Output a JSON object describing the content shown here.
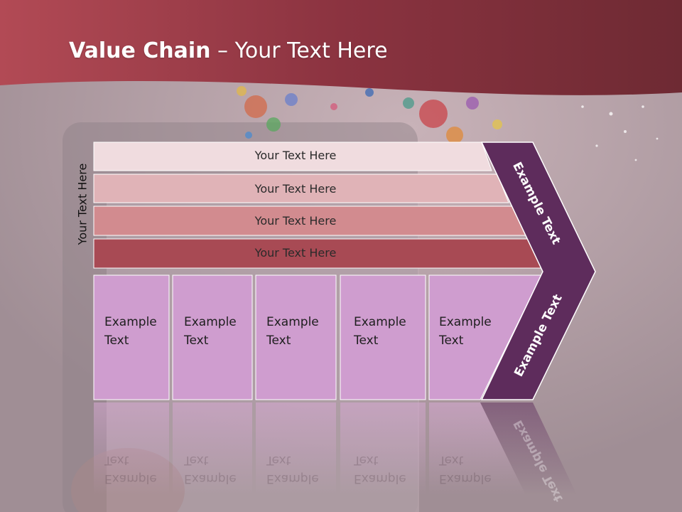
{
  "slide": {
    "title_strong": "Value Chain",
    "title_rest": " – Your Text Here",
    "side_label": "Your Text Here"
  },
  "support_bars": [
    {
      "label": "Your Text Here"
    },
    {
      "label": "Your Text Here"
    },
    {
      "label": "Your Text Here"
    },
    {
      "label": "Your Text Here"
    }
  ],
  "primary_activities": [
    {
      "line1": "Example",
      "line2": "Text"
    },
    {
      "line1": "Example",
      "line2": "Text"
    },
    {
      "line1": "Example",
      "line2": "Text"
    },
    {
      "line1": "Example",
      "line2": "Text"
    },
    {
      "line1": "Example",
      "line2": "Text"
    }
  ],
  "margin_arrow": {
    "upper_label": "Example Text",
    "lower_label": "Example Text"
  },
  "colors": {
    "header": "#8e3a48",
    "bar1": "#f0dcdf",
    "bar2": "#e0b3b7",
    "bar3": "#d28b8f",
    "bar4": "#a84a54",
    "activity": "#cf9dcf",
    "chevron": "#5e2c5c"
  }
}
